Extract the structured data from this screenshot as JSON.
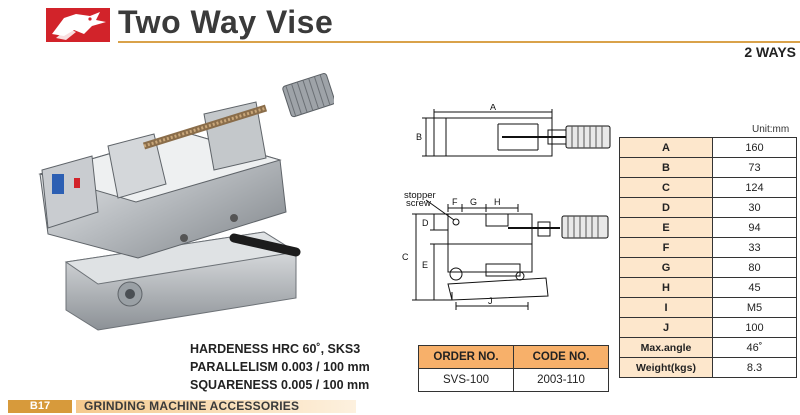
{
  "header": {
    "title": "Two Way Vise",
    "subtitle": "2 WAYS"
  },
  "drawing": {
    "labels": {
      "a": "A",
      "b": "B",
      "c": "C",
      "d": "D",
      "e": "E",
      "f": "F",
      "g": "G",
      "h": "H",
      "j": "J",
      "stopper1": "stopper",
      "stopper2": "screw"
    }
  },
  "specs": {
    "unit": "Unit:mm",
    "rows": [
      {
        "key": "A",
        "value": "160"
      },
      {
        "key": "B",
        "value": "73"
      },
      {
        "key": "C",
        "value": "124"
      },
      {
        "key": "D",
        "value": "30"
      },
      {
        "key": "E",
        "value": "94"
      },
      {
        "key": "F",
        "value": "33"
      },
      {
        "key": "G",
        "value": "80"
      },
      {
        "key": "H",
        "value": "45"
      },
      {
        "key": "I",
        "value": "M5"
      },
      {
        "key": "J",
        "value": "100"
      },
      {
        "key": "Max.angle",
        "value": "46˚"
      },
      {
        "key": "Weight(kgs)",
        "value": "8.3"
      }
    ]
  },
  "features": [
    "HARDENESS HRC 60˚, SKS3",
    "PARALLELISM 0.003 / 100 mm",
    "SQUARENESS 0.005 / 100 mm"
  ],
  "order": {
    "headers": [
      "ORDER NO.",
      "CODE NO."
    ],
    "row": [
      "SVS-100",
      "2003-110"
    ]
  },
  "footer": {
    "page": "B17",
    "section": "GRINDING MACHINE ACCESSORIES"
  },
  "colors": {
    "accent": "#d9a24a",
    "logo_red": "#d2232a",
    "spec_key_bg": "#fde7cc",
    "order_header_bg": "#f7b06a"
  }
}
